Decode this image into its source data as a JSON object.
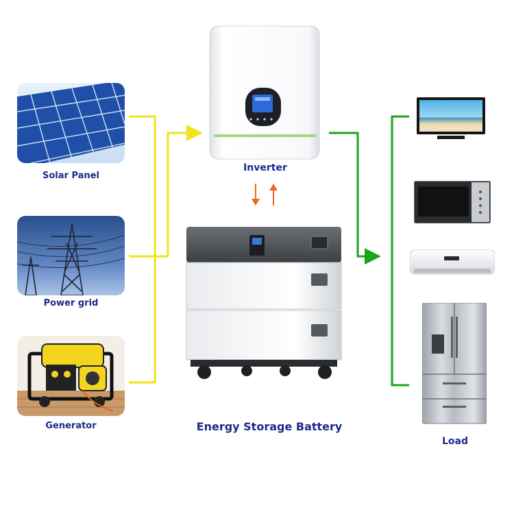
{
  "sources": [
    {
      "id": "solar",
      "label": "Solar Panel"
    },
    {
      "id": "grid",
      "label": "Power grid"
    },
    {
      "id": "generator",
      "label": "Generator"
    }
  ],
  "inverter": {
    "label": "Inverter"
  },
  "battery": {
    "label": "Energy Storage Battery"
  },
  "load": {
    "label": "Load"
  },
  "colors": {
    "input_line": "#f1e21b",
    "output_line": "#1aa51a",
    "exchange_arrows": "#f0651f",
    "caption": "#1b2a8a"
  }
}
